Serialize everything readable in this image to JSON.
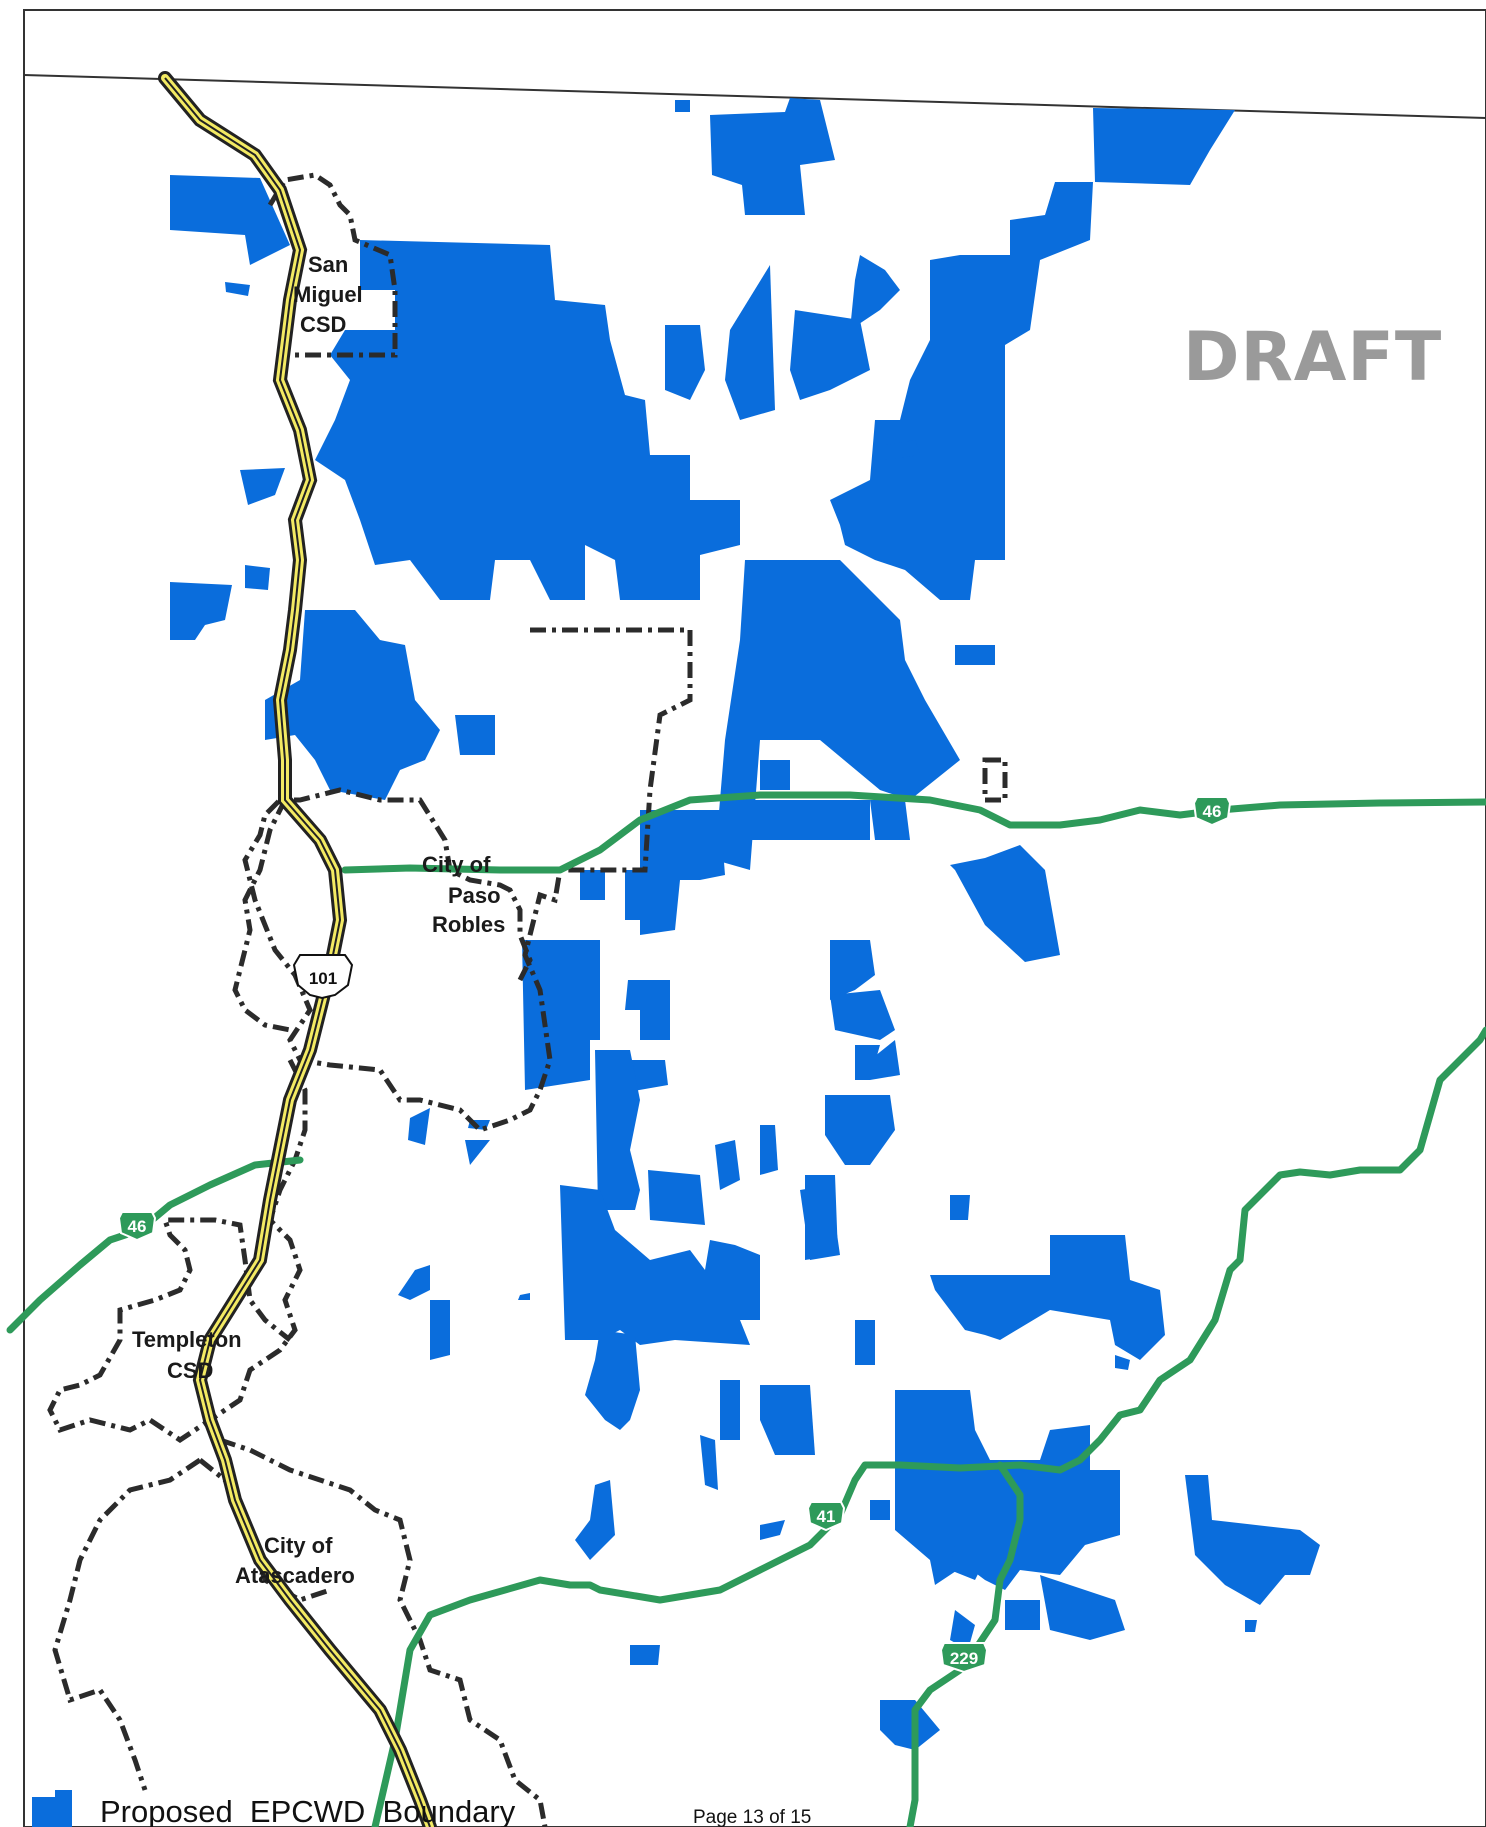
{
  "watermark": "DRAFT",
  "places": {
    "san_miguel_1": "San",
    "san_miguel_2": "Miguel",
    "san_miguel_3": "CSD",
    "paso_1": "City of",
    "paso_2": "Paso",
    "paso_3": "Robles",
    "templeton_1": "Templeton",
    "templeton_2": "CSD",
    "atascadero_1": "City of",
    "atascadero_2": "Atascadero"
  },
  "highways": {
    "us101": "101",
    "sr46_east": "46",
    "sr46_west": "46",
    "sr41": "41",
    "sr229": "229"
  },
  "legend": {
    "label": "Proposed  EPCWD  Boundary"
  },
  "page_number": "Page 13 of 15",
  "colors": {
    "district": "#0a6ddc",
    "highway": "#2e9a5a",
    "us101_fill": "#f3ea63",
    "boundary": "#2b2b2b"
  }
}
